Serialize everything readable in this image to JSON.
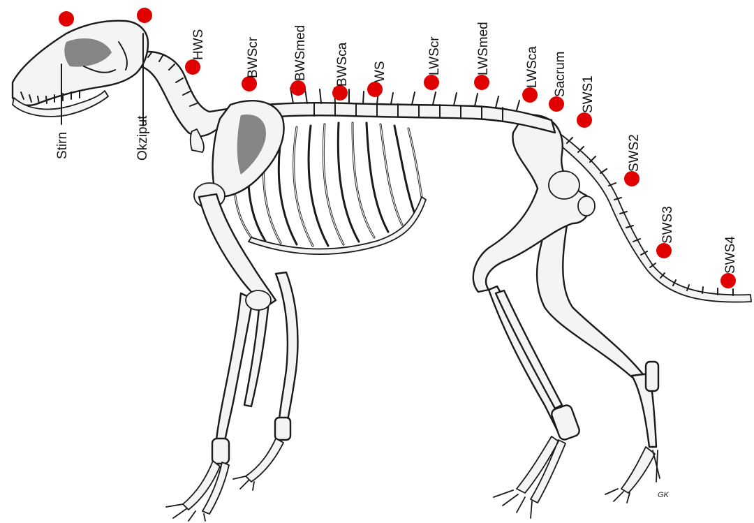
{
  "diagram": {
    "marker_color": "#e00000",
    "signature": "GK",
    "points": [
      {
        "id": "stirn",
        "label": "Stirn"
      },
      {
        "id": "okziput",
        "label": "Okziput"
      },
      {
        "id": "hws",
        "label": "HWS"
      },
      {
        "id": "bwscr",
        "label": "BWScr"
      },
      {
        "id": "bwsmed",
        "label": "BWSmed"
      },
      {
        "id": "bwsca",
        "label": "BWSca"
      },
      {
        "id": "ws",
        "label": "WS"
      },
      {
        "id": "lwscr",
        "label": "LWScr"
      },
      {
        "id": "lwsmed",
        "label": "LWSmed"
      },
      {
        "id": "lwsca",
        "label": "LWSca"
      },
      {
        "id": "sacrum",
        "label": "Sacrum"
      },
      {
        "id": "sws1",
        "label": "SWS1"
      },
      {
        "id": "sws2",
        "label": "SWS2"
      },
      {
        "id": "sws3",
        "label": "SWS3"
      },
      {
        "id": "sws4",
        "label": "SWS4"
      }
    ]
  }
}
